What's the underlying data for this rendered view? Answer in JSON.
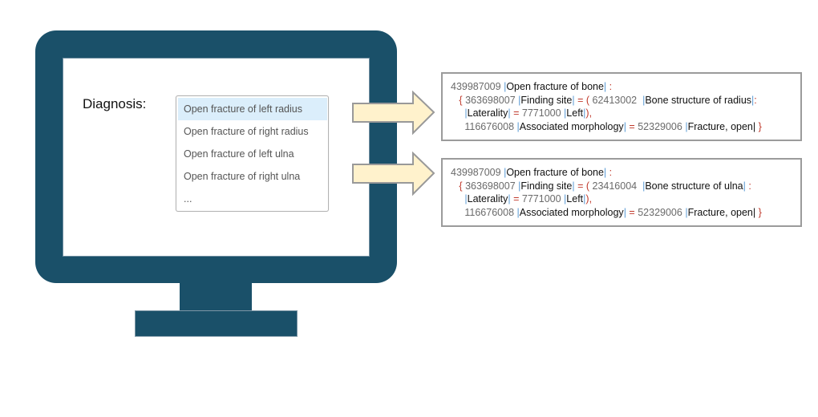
{
  "screen": {
    "label": "Diagnosis:",
    "options": [
      {
        "label": "Open fracture of left radius",
        "selected": true
      },
      {
        "label": "Open fracture of right radius",
        "selected": false
      },
      {
        "label": "Open fracture of left ulna",
        "selected": false
      },
      {
        "label": "Open fracture of right ulna",
        "selected": false
      },
      {
        "label": "...",
        "selected": false
      }
    ]
  },
  "expressions": [
    {
      "focus_id": "439987009",
      "focus_term": "Open fracture of bone",
      "attr1_id": "363698007",
      "attr1_term": "Finding site",
      "value1_id": "62413002",
      "value1_term": "Bone structure of radius",
      "refine_term": "Laterality",
      "refine_id": "7771000",
      "refine_value": "Left",
      "attr2_id": "116676008",
      "attr2_term": "Associated morphology",
      "value2_id": "52329006",
      "value2_term": "Fracture, open"
    },
    {
      "focus_id": "439987009",
      "focus_term": "Open fracture of bone",
      "attr1_id": "363698007",
      "attr1_term": "Finding site",
      "value1_id": "23416004",
      "value1_term": "Bone structure of ulna",
      "refine_term": "Laterality",
      "refine_id": "7771000",
      "refine_value": "Left",
      "attr2_id": "116676008",
      "attr2_term": "Associated morphology",
      "value2_id": "52329006",
      "value2_term": "Fracture, open"
    }
  ],
  "colors": {
    "monitor": "#1a5069",
    "arrow_fill": "#fff2cc",
    "arrow_stroke": "#999999",
    "selected_option": "#dbeefb",
    "pipe": "#5b9bd5",
    "operator": "#c0392b",
    "concept_id": "#6a6a6a"
  }
}
